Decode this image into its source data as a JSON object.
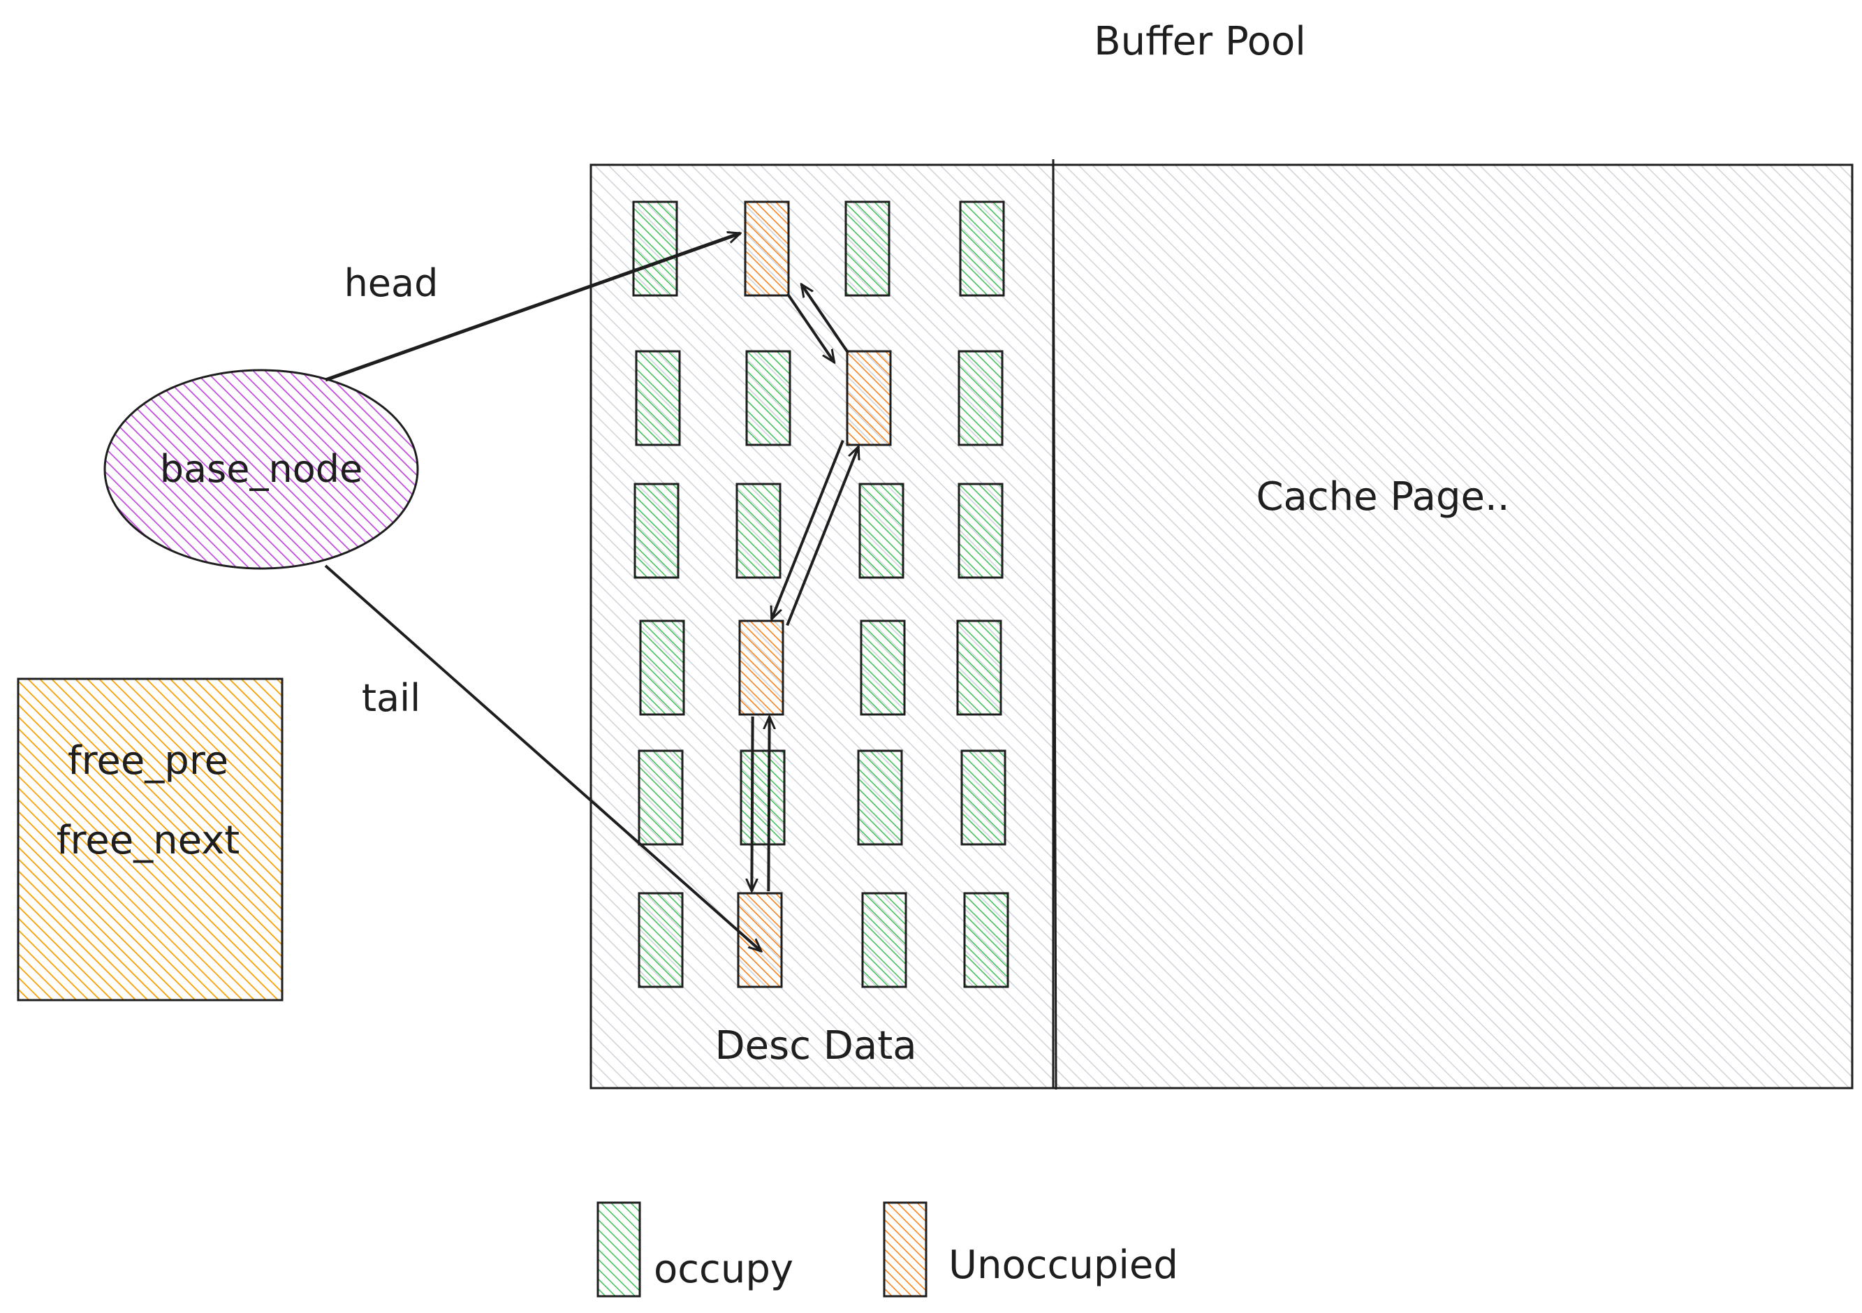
{
  "title": "Buffer Pool",
  "regions": {
    "desc_data_label": "Desc Data",
    "cache_page_label": "Cache Page.."
  },
  "base_node": {
    "label": "base_node",
    "color": "#be4bdb"
  },
  "free_node": {
    "line1": "free_pre",
    "line2": "free_next",
    "color": "#f59f00"
  },
  "pointers": {
    "head_label": "head",
    "tail_label": "tail"
  },
  "legend": {
    "occupied_label": "occupy",
    "unoccupied_label": "Unoccupied",
    "occupied_color": "#40c057",
    "unoccupied_color": "#fd7e14"
  },
  "pool_fill_color": "#ced4da",
  "stroke_color": "#1e1e1e",
  "desc_grid": {
    "rows": 6,
    "cols": 4,
    "unoccupied_cells": [
      [
        0,
        1
      ],
      [
        1,
        2
      ],
      [
        3,
        1
      ],
      [
        5,
        1
      ]
    ]
  },
  "free_list": {
    "order": [
      [
        0,
        1
      ],
      [
        1,
        2
      ],
      [
        3,
        1
      ],
      [
        5,
        1
      ]
    ]
  }
}
